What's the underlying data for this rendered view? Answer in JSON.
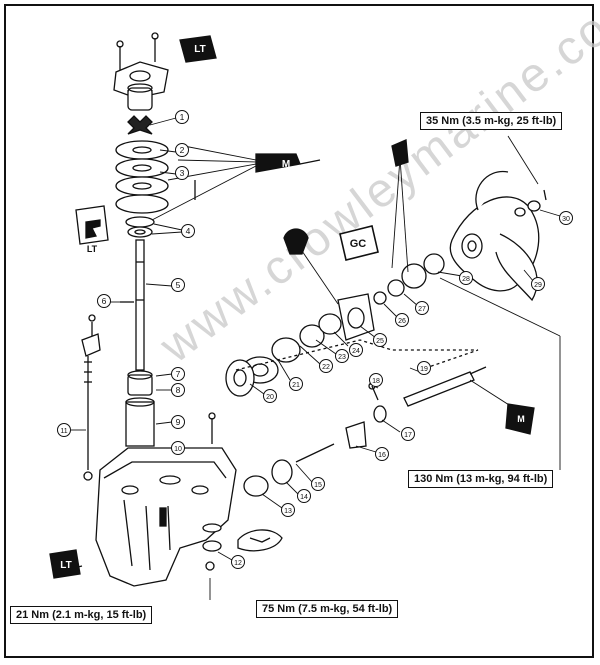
{
  "watermark": "www.crowleymarine.com",
  "torque_labels": {
    "prop_nut": "35 Nm (3.5 m-kg, 25 ft-lb)",
    "shaft_nut": "130 Nm (13 m-kg, 94 ft-lb)",
    "housing_bolts": "21 Nm (2.1 m-kg, 15 ft-lb)",
    "drain_plug": "75 Nm (7.5 m-kg, 54 ft-lb)"
  },
  "callouts": [
    "1",
    "2",
    "3",
    "4",
    "5",
    "6",
    "7",
    "8",
    "9",
    "10",
    "11",
    "12",
    "13",
    "14",
    "15",
    "16",
    "17",
    "18",
    "19",
    "20",
    "21",
    "22",
    "23",
    "24",
    "25",
    "26",
    "27",
    "28",
    "29",
    "30"
  ],
  "symbols": {
    "grease": "M",
    "sealant": "LT",
    "lubricant": "GC"
  }
}
